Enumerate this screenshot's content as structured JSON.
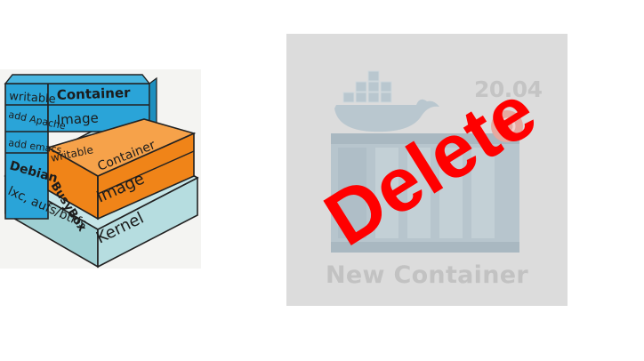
{
  "stack_diagram": {
    "layers": {
      "writable_left": "writable",
      "container_left": "Container",
      "add_apache": "add Apache",
      "image_left": "Image",
      "add_emacs": "add emacs",
      "debian": "Debian",
      "writable_right": "writable",
      "container_right": "Container",
      "busybox": "BusyBox",
      "image_right": "Image",
      "lxc": "lxc, aufs/btrfs",
      "kernel": "Kernel"
    },
    "colors": {
      "blue_layer": "#2aa4d8",
      "orange_layer": "#f08418",
      "teal_layer": "#a6d4d6"
    }
  },
  "container_card": {
    "version": "20.04",
    "caption": "New Container",
    "icons": [
      "docker-whale-icon",
      "ubuntu-logo-icon",
      "shipping-container-icon"
    ]
  },
  "overlay": {
    "stamp_text": "Delete",
    "stamp_color": "#ff0000"
  }
}
